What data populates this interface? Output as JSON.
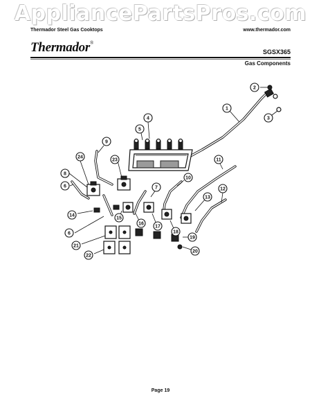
{
  "watermark": "AppliancePartsPros.com",
  "header": {
    "left": "Thermador Steel Gas Cooktops",
    "right": "www.thermador.com"
  },
  "brand": "Thermador",
  "model": "SGSX365",
  "section": "Gas Components",
  "footer": {
    "page": "Page 19"
  },
  "callouts": [
    "1",
    "2",
    "3",
    "4",
    "5",
    "6",
    "7",
    "8",
    "9",
    "10",
    "11",
    "12",
    "13",
    "14",
    "15",
    "16",
    "17",
    "18",
    "19",
    "20",
    "21",
    "22",
    "23",
    "24",
    "6"
  ]
}
